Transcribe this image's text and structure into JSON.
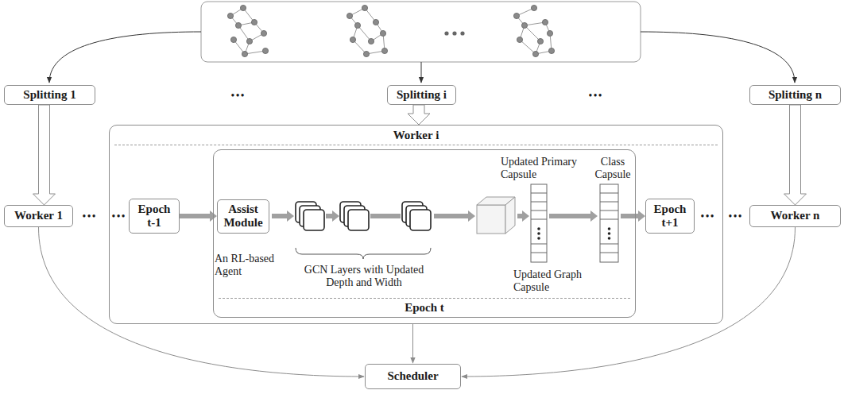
{
  "diagram": {
    "nodes": [
      {
        "text": [
          "Splitting 1"
        ]
      },
      {
        "text": [
          "Splitting i"
        ]
      },
      {
        "text": [
          "Splitting n"
        ]
      },
      {
        "text": [
          "Worker i"
        ]
      },
      {
        "text": [
          "Worker 1"
        ]
      },
      {
        "text": [
          "Epoch t-1"
        ],
        "in": 3
      },
      {
        "text": [
          "Epoch t"
        ],
        "in": 3
      },
      {
        "text": [
          "Assist Module"
        ],
        "in": 6
      },
      {
        "text": [
          "Epoch t+1"
        ],
        "in": 3
      },
      {
        "text": [
          "Worker n"
        ]
      },
      {
        "text": [
          "Scheduler"
        ]
      }
    ],
    "edges": [
      {
        "from": 0,
        "to": 4,
        "arrow": "to"
      },
      {
        "from": 1,
        "to": 3,
        "arrow": "to"
      },
      {
        "from": 2,
        "to": 9,
        "arrow": "to"
      },
      {
        "from": 5,
        "to": 7,
        "arrow": "to"
      },
      {
        "from": 6,
        "to": 8,
        "arrow": "to"
      },
      {
        "from": 4,
        "to": 10,
        "arrow": "to"
      },
      {
        "from": 3,
        "to": 10,
        "arrow": "to"
      },
      {
        "from": 9,
        "to": 10,
        "arrow": "to"
      }
    ],
    "labels": [
      "•••",
      "•••",
      "•••",
      "•••",
      "•••",
      "•••",
      "An RL-based Agent",
      "GCN Layers with Updated Depth and Width",
      "Updated Primary Capsule",
      "Class Capsule",
      "Updated Graph Capsule"
    ]
  }
}
